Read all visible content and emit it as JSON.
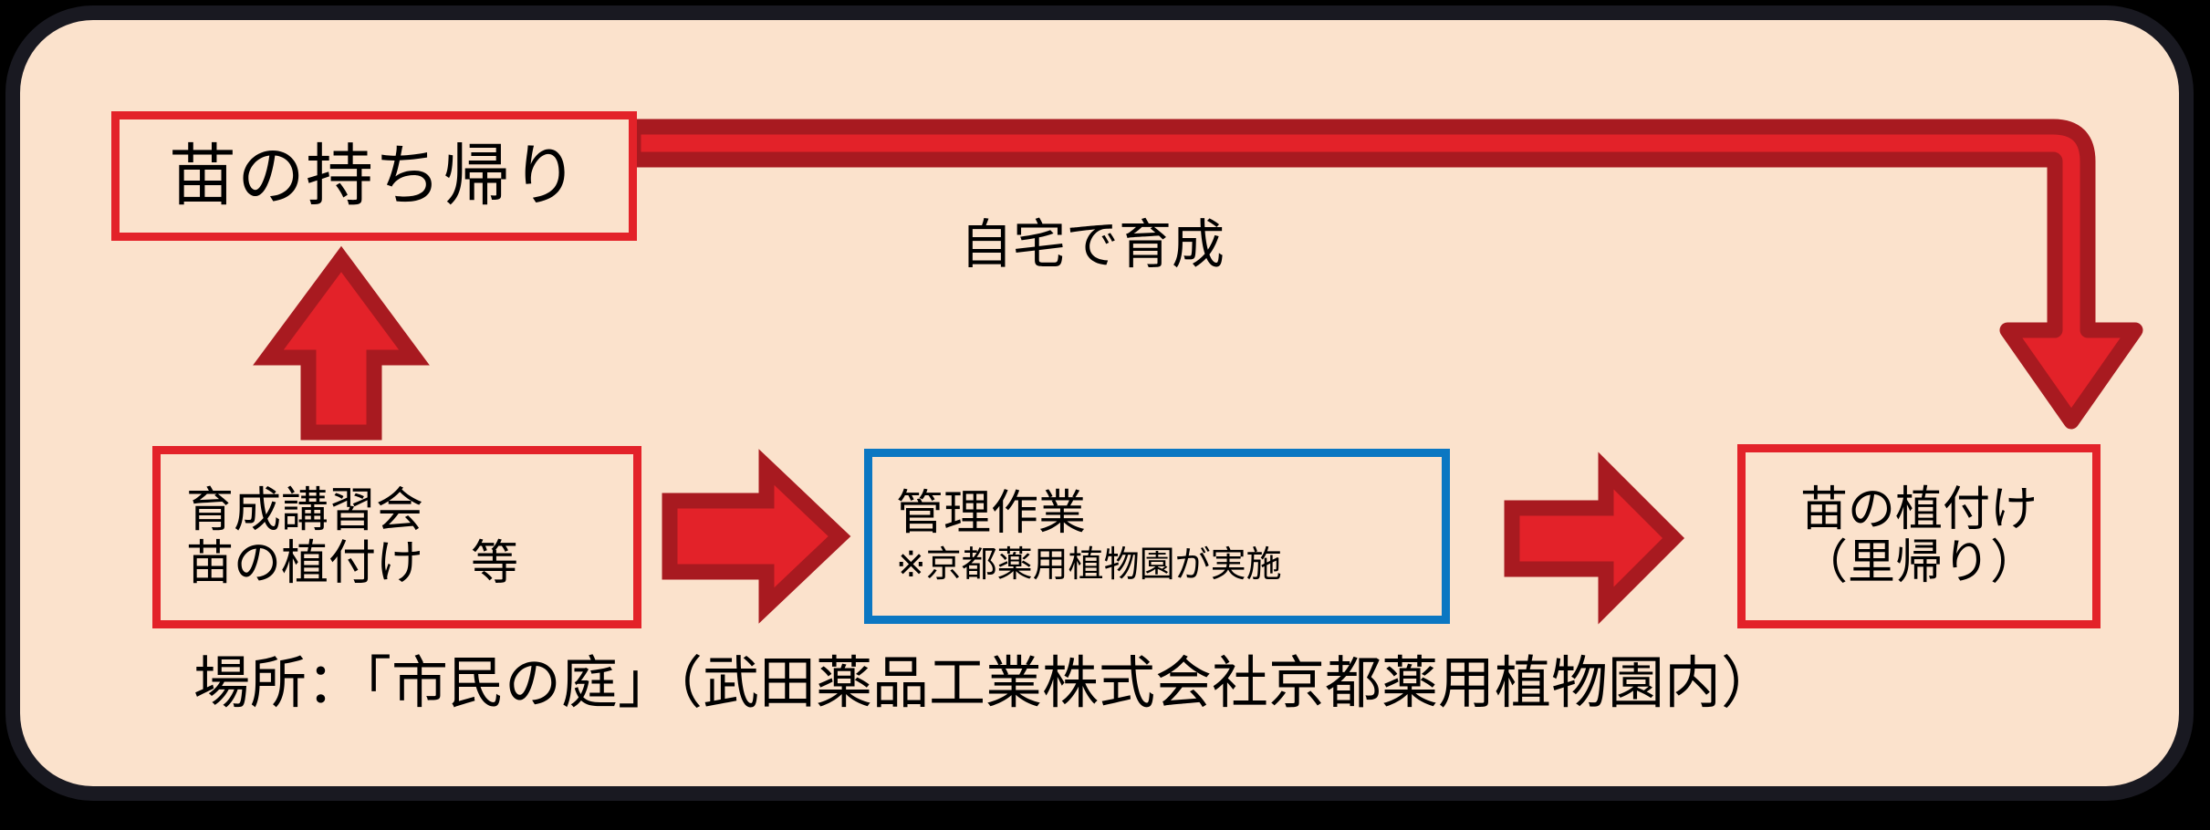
{
  "diagram": {
    "background_color": "#FBE2CC",
    "frame_color": "#191921",
    "accent_red": "#E32229",
    "accent_dark_red": "#A81A20",
    "accent_blue": "#0B77C2",
    "boxes": {
      "take_home": {
        "label": "苗の持ち帰り",
        "border_color": "#E32229"
      },
      "workshop": {
        "line1": "育成講習会",
        "line2": "苗の植付け　等",
        "border_color": "#E32229"
      },
      "maintenance": {
        "title": "管理作業",
        "note": "※京都薬用植物園が実施",
        "border_color": "#0B77C2"
      },
      "planting": {
        "line1": "苗の植付け",
        "line2": "（里帰り）",
        "border_color": "#E32229"
      }
    },
    "labels": {
      "home_grow": "自宅で育成",
      "location": "場所：「市民の庭」（武田薬品工業株式会社京都薬用植物園内）"
    },
    "arrows": {
      "up_to_take_home": "arrow-up-icon",
      "workshop_to_maintenance": "arrow-right-icon",
      "maintenance_to_planting": "arrow-right-icon",
      "take_home_to_planting_elbow": "arrow-elbow-down-icon"
    }
  }
}
